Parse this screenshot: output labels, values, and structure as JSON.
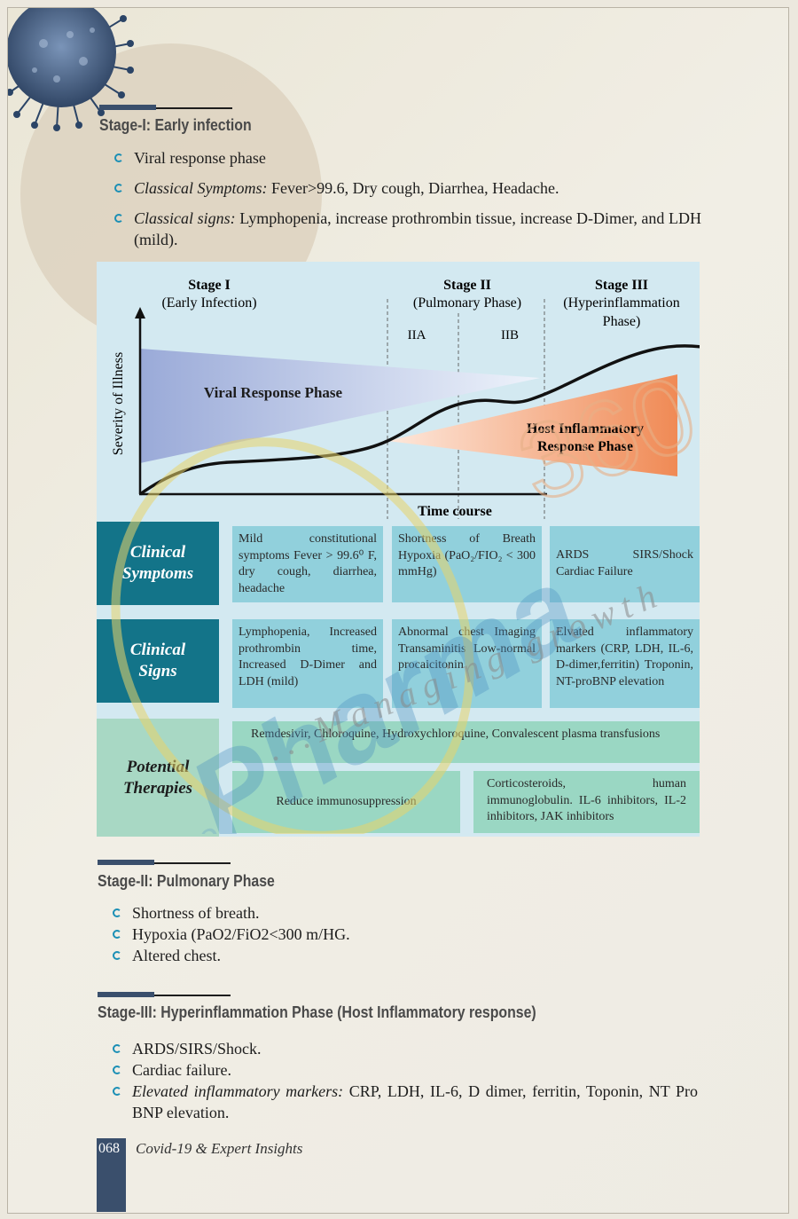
{
  "stage1": {
    "heading": "Stage-I: Early infection",
    "b1": "Viral response phase",
    "b2_label": "Classical Symptoms:",
    "b2_text": "Fever>99.6, Dry cough, Diarrhea, Headache.",
    "b3_label": "Classical signs:",
    "b3_text": "Lymphopenia, increase prothrombin tissue, increase D-Dimer, and LDH (mild)."
  },
  "diagram": {
    "stage1_title": "Stage I",
    "stage1_sub": "(Early Infection)",
    "stage2_title": "Stage II",
    "stage2_sub": "(Pulmonary Phase)",
    "stage3_title": "Stage III",
    "stage3_sub1": "(Hyperinflammation",
    "stage3_sub2": "Phase)",
    "iia": "IIA",
    "iib": "IIB",
    "y_axis_label": "Severity of Illness",
    "x_axis_label": "Time course",
    "viral_phase": "Viral Response Phase",
    "host_phase_1": "Host Inflammatory",
    "host_phase_2": "Response Phase",
    "rows": {
      "symptoms_label": "Clinical\nSymptoms",
      "signs_label": "Clinical\nSigns",
      "therapies_label": "Potential\nTherapies"
    },
    "symptoms": [
      "Mild constitutional symptoms Fever > 99.6⁰ F, dry cough, diarrhea, headache",
      "Shortness of Breath Hypoxia (PaO₂/FIO₂ < 300 mmHg)",
      "ARDS SIRS/Shock Cardiac Failure"
    ],
    "signs": [
      "Lymphopenia, Increased prothrombin time, Increased D-Dimer and LDH (mild)",
      "Abnormal chest Imaging Transaminitis Low-normal procaicitonin",
      "Elvated inflammatory markers (CRP, LDH, IL-6, D-dimer,ferritin) Troponin, NT-proBNP elevation"
    ],
    "therapies": {
      "top": "Remdesivir, Chloroquine, Hydroxychloroquine, Convalescent plasma transfusions",
      "left": "Reduce immunosuppression",
      "right": "Corticosteroids, human immunoglobulin. IL-6 inhibitors, IL-2 inhibitors, JAK inhibitors"
    }
  },
  "watermark": {
    "brand": "Pharma",
    "prefix": "the",
    "number": "360",
    "tagline": "...Managing growth"
  },
  "stage2": {
    "heading": "Stage-II: Pulmonary Phase",
    "items": [
      "Shortness of breath.",
      "Hypoxia (PaO2/FiO2<300 m/HG.",
      "Altered chest."
    ]
  },
  "stage3": {
    "heading": "Stage-III: Hyperinflammation Phase (Host Inflammatory response)",
    "b1": "ARDS/SIRS/Shock.",
    "b2": "Cardiac failure.",
    "b3_label": "Elevated inflammatory markers:",
    "b3_text": "CRP, LDH, IL-6, D dimer, ferritin, Toponin, NT Pro BNP elevation."
  },
  "footer": {
    "page": "068",
    "title": "Covid-19 & Expert Insights"
  },
  "colors": {
    "accent_blue": "#3a4f6c",
    "teal": "#137489",
    "cell_blue": "#91d0dc",
    "cell_green": "#9ad7c3",
    "bullet": "#1b8fb5",
    "host_orange": "#f08a55"
  }
}
